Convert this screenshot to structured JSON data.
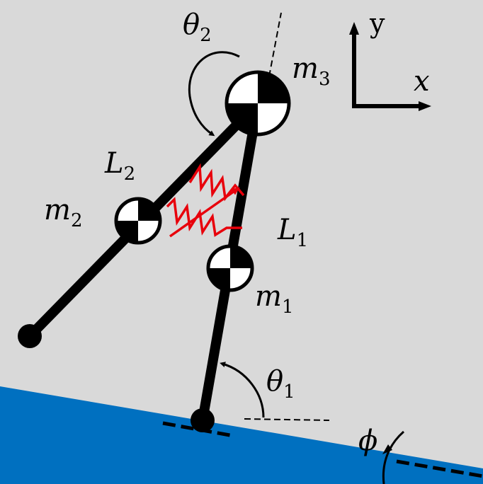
{
  "diagram": {
    "colors": {
      "background": "#d9d9d9",
      "slope": "#0070c0",
      "links": "#000000",
      "spring": "#e8000b"
    },
    "labels": {
      "theta2": "θ",
      "theta2_sub": "2",
      "theta1": "θ",
      "theta1_sub": "1",
      "m1": "m",
      "m1_sub": "1",
      "m2": "m",
      "m2_sub": "2",
      "m3": "m",
      "m3_sub": "3",
      "L1": "L",
      "L1_sub": "1",
      "L2": "L",
      "L2_sub": "2",
      "phi": "ϕ",
      "axis_y": "y",
      "axis_x": "x"
    },
    "icons": [
      "center-of-mass-symbol",
      "torsion-spring",
      "curved-arrow",
      "axis-arrow"
    ]
  }
}
